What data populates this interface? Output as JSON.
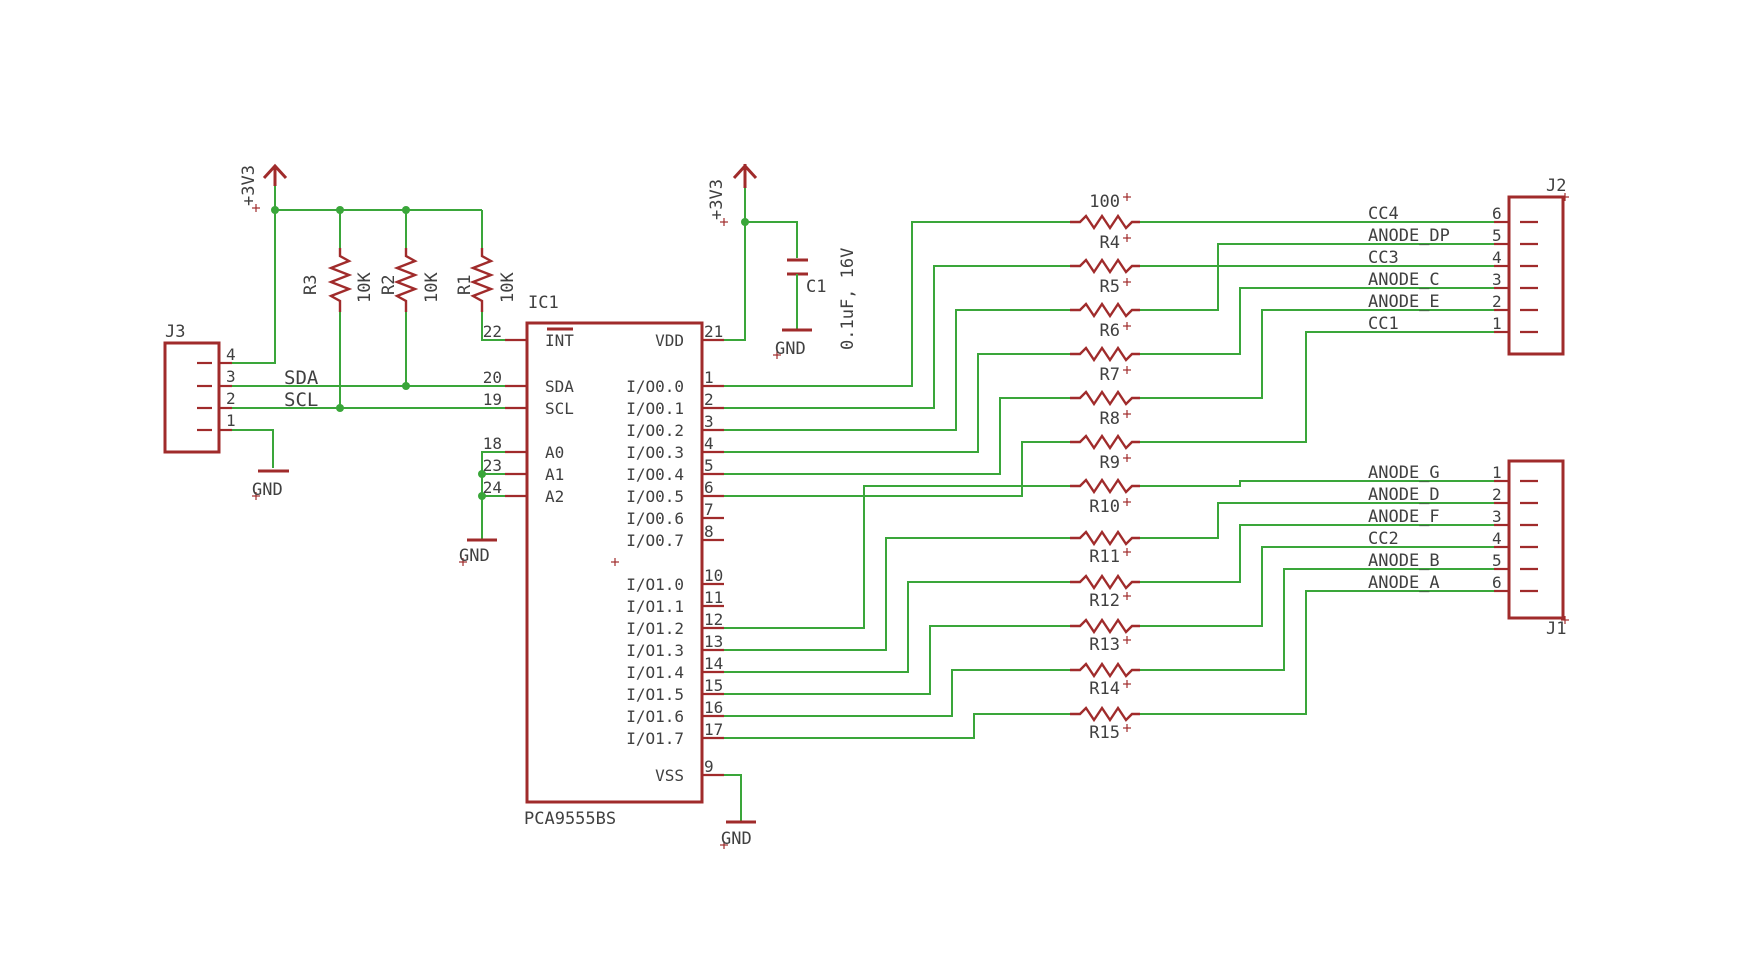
{
  "power": {
    "supply": "+3V3",
    "ground": "GND"
  },
  "ic1": {
    "name": "IC1",
    "value": "PCA9555BS",
    "left_pins": [
      {
        "num": "22",
        "label": "INT"
      },
      {
        "num": "20",
        "label": "SDA"
      },
      {
        "num": "19",
        "label": "SCL"
      },
      {
        "num": "18",
        "label": "A0"
      },
      {
        "num": "23",
        "label": "A1"
      },
      {
        "num": "24",
        "label": "A2"
      }
    ],
    "right_pins": [
      {
        "num": "21",
        "label": "VDD"
      },
      {
        "num": "1",
        "label": "I/O0.0"
      },
      {
        "num": "2",
        "label": "I/O0.1"
      },
      {
        "num": "3",
        "label": "I/O0.2"
      },
      {
        "num": "4",
        "label": "I/O0.3"
      },
      {
        "num": "5",
        "label": "I/O0.4"
      },
      {
        "num": "6",
        "label": "I/O0.5"
      },
      {
        "num": "7",
        "label": "I/O0.6"
      },
      {
        "num": "8",
        "label": "I/O0.7"
      },
      {
        "num": "10",
        "label": "I/O1.0"
      },
      {
        "num": "11",
        "label": "I/O1.1"
      },
      {
        "num": "12",
        "label": "I/O1.2"
      },
      {
        "num": "13",
        "label": "I/O1.3"
      },
      {
        "num": "14",
        "label": "I/O1.4"
      },
      {
        "num": "15",
        "label": "I/O1.5"
      },
      {
        "num": "16",
        "label": "I/O1.6"
      },
      {
        "num": "17",
        "label": "I/O1.7"
      },
      {
        "num": "9",
        "label": "VSS"
      }
    ]
  },
  "pullups": [
    {
      "name": "R3",
      "value": "10K"
    },
    {
      "name": "R2",
      "value": "10K"
    },
    {
      "name": "R1",
      "value": "10K"
    }
  ],
  "c1": {
    "name": "C1",
    "value": "0.1uF, 16V"
  },
  "j3": {
    "name": "J3",
    "pins": [
      {
        "num": "4",
        "net": ""
      },
      {
        "num": "3",
        "net": "SDA"
      },
      {
        "num": "2",
        "net": "SCL"
      },
      {
        "num": "1",
        "net": ""
      }
    ]
  },
  "series_resistors": [
    {
      "label": "100"
    },
    {
      "label": "R4"
    },
    {
      "label": "R5"
    },
    {
      "label": "R6"
    },
    {
      "label": "R7"
    },
    {
      "label": "R8"
    },
    {
      "label": "R9"
    },
    {
      "label": "R10"
    },
    {
      "label": "R11"
    },
    {
      "label": "R12"
    },
    {
      "label": "R13"
    },
    {
      "label": "R14"
    },
    {
      "label": "R15"
    }
  ],
  "j2": {
    "name": "J2",
    "pins": [
      {
        "num": "6",
        "net": "CC4"
      },
      {
        "num": "5",
        "net": "ANODE_DP"
      },
      {
        "num": "4",
        "net": "CC3"
      },
      {
        "num": "3",
        "net": "ANODE_C"
      },
      {
        "num": "2",
        "net": "ANODE_E"
      },
      {
        "num": "1",
        "net": "CC1"
      }
    ]
  },
  "j1": {
    "name": "J1",
    "pins": [
      {
        "num": "1",
        "net": "ANODE_G"
      },
      {
        "num": "2",
        "net": "ANODE_D"
      },
      {
        "num": "3",
        "net": "ANODE_F"
      },
      {
        "num": "4",
        "net": "CC2"
      },
      {
        "num": "5",
        "net": "ANODE_B"
      },
      {
        "num": "6",
        "net": "ANODE_A"
      }
    ]
  }
}
